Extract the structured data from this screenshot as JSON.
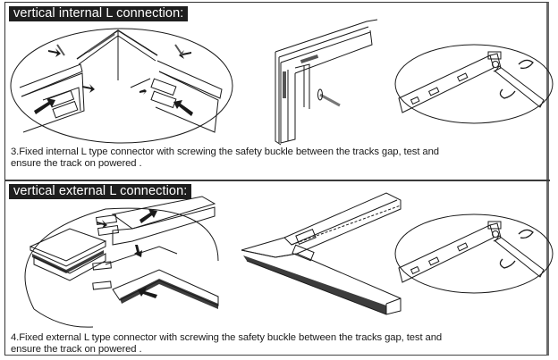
{
  "sections": [
    {
      "heading": "vertical internal L connection:",
      "caption_line1": "3.Fixed internal L type connector with screwing the safety buckle between the tracks gap, test and",
      "caption_line2": "ensure the track on powered .",
      "illustrations": [
        "internal-connector-closeup",
        "vertical-internal-corner",
        "safety-buckle-screwing"
      ]
    },
    {
      "heading": "vertical external L connection:",
      "caption_line1": "4.Fixed external L type connector with screwing the safety buckle between the tracks gap, test and",
      "caption_line2": "ensure the track on powered .",
      "illustrations": [
        "external-connector-closeup",
        "vertical-external-corner",
        "safety-buckle-screwing"
      ]
    }
  ],
  "colors": {
    "heading_bg": "#1e1e1e",
    "heading_text": "#ffffff",
    "line_art": "#1a1a1a",
    "border": "#333333"
  }
}
